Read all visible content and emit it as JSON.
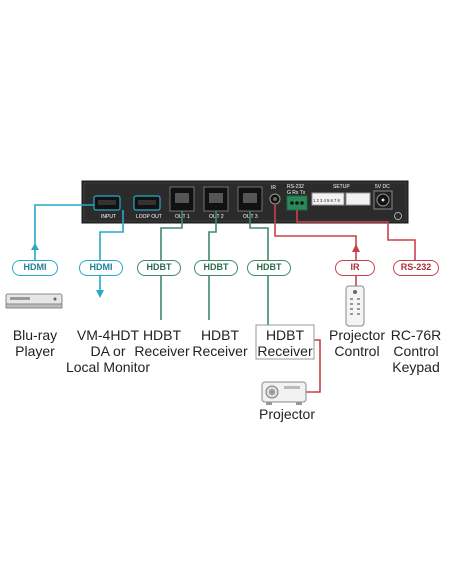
{
  "device_panel": {
    "ports": {
      "input": "INPUT",
      "loop_out": "LOOP OUT",
      "out1": "OUT 1",
      "out2": "OUT 2",
      "out3": "OUT 3",
      "ir": "IR",
      "rs232": "RS-232",
      "rs232_pins": "G Rx Tx",
      "setup": "SETUP",
      "dip_numbers": "1 2 3 4 5 6 7 8",
      "power": "5V DC"
    }
  },
  "badges": {
    "hdmi_in": "HDMI",
    "hdmi_loop": "HDMI",
    "hdbt_1": "HDBT",
    "hdbt_2": "HDBT",
    "hdbt_3": "HDBT",
    "ir": "IR",
    "rs232": "RS-232"
  },
  "devices": {
    "bluray": {
      "line1": "Blu-ray",
      "line2": "Player"
    },
    "vm4hdt": {
      "line1": "VM-4HDT",
      "line2": "DA or",
      "line3": "Local Monitor"
    },
    "hdbt_receiver_1": {
      "line1": "HDBT",
      "line2": "Receiver"
    },
    "hdbt_receiver_2": {
      "line1": "HDBT",
      "line2": "Receiver"
    },
    "hdbt_receiver_3": {
      "line1": "HDBT",
      "line2": "Receiver"
    },
    "projector_control": {
      "line1": "Projector",
      "line2": "Control"
    },
    "rc76r": {
      "line1": "RC-76R",
      "line2": "Control",
      "line3": "Keypad"
    },
    "projector": {
      "label": "Projector"
    }
  },
  "colors": {
    "hdmi": "#29a9c9",
    "hdbt": "#3e8a6a",
    "control": "#c8404a",
    "panel": "#2b2b2b"
  }
}
